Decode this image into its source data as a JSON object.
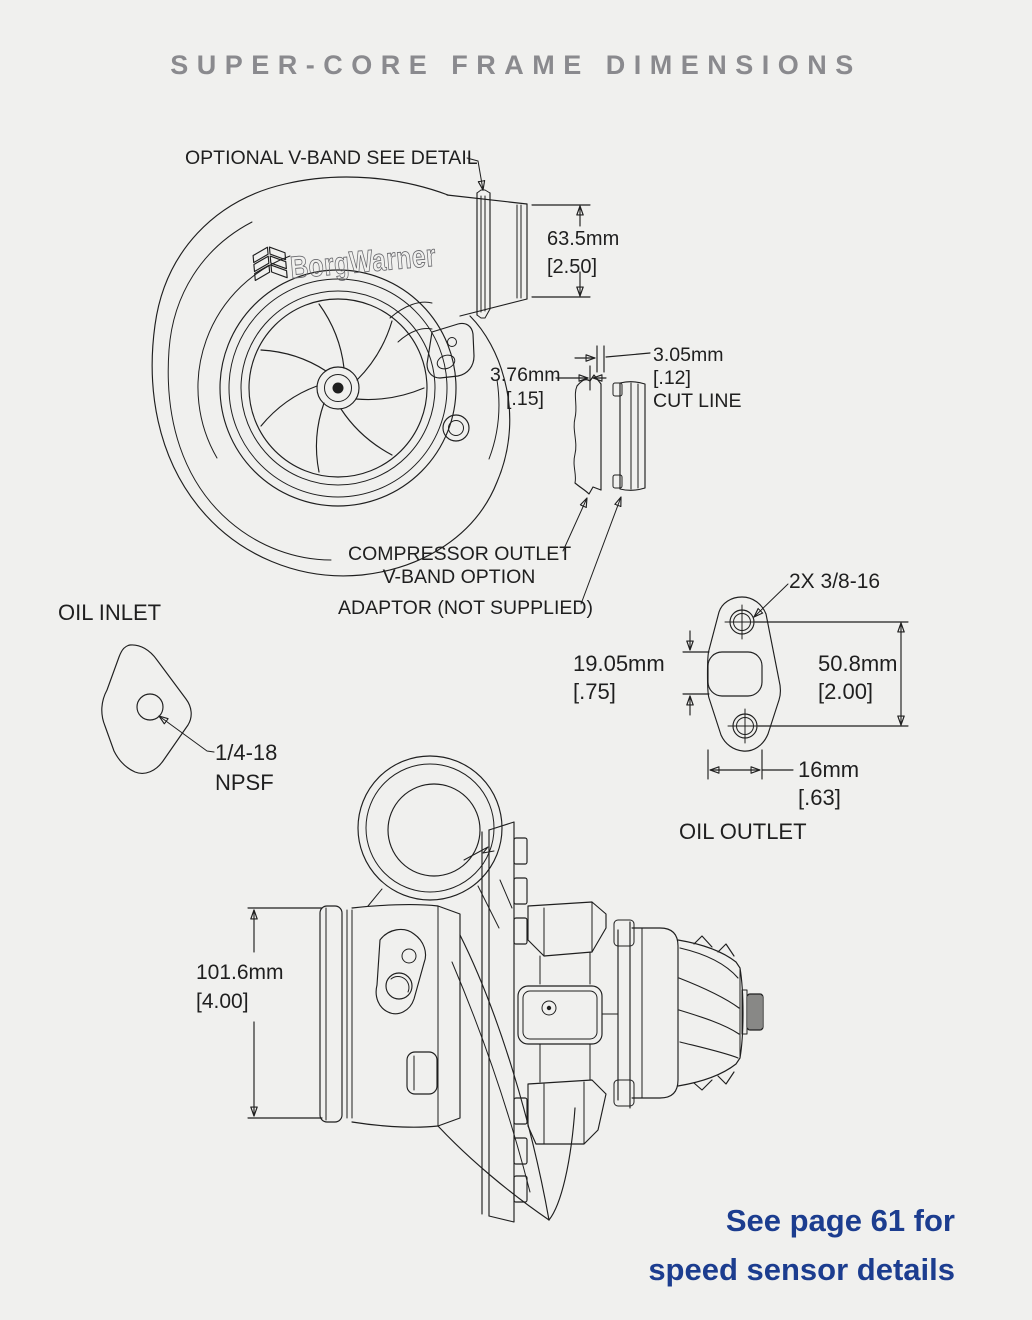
{
  "page": {
    "title": "SUPER-CORE FRAME DIMENSIONS",
    "background": "#f0f0ee",
    "title_color": "#8a8a8e",
    "line_color": "#1f1f1f",
    "accent_blue": "#1c3d8f"
  },
  "front_view": {
    "logo": "BorgWarner",
    "callout": "OPTIONAL V-BAND SEE DETAIL",
    "outlet_dim": {
      "mm": "63.5mm",
      "in": "[2.50]"
    }
  },
  "vband_detail": {
    "flange_dim": {
      "mm": "3.76mm",
      "in": "[.15]"
    },
    "cut_dim": {
      "mm": "3.05mm",
      "in": "[.12]",
      "note": "CUT LINE"
    },
    "outlet_label_line1": "COMPRESSOR OUTLET",
    "outlet_label_line2": "V-BAND OPTION",
    "adaptor_label": "ADAPTOR (NOT SUPPLIED)"
  },
  "oil_inlet": {
    "heading": "OIL INLET",
    "thread_line1": "1/4-18",
    "thread_line2": "NPSF"
  },
  "oil_outlet": {
    "heading": "OIL OUTLET",
    "bolt_thread": "2X 3/8-16",
    "slot_height": {
      "mm": "19.05mm",
      "in": "[.75]"
    },
    "bolt_spacing": {
      "mm": "50.8mm",
      "in": "[2.00]"
    },
    "slot_width": {
      "mm": "16mm",
      "in": "[.63]"
    }
  },
  "side_view": {
    "inlet_dim": {
      "mm": "101.6mm",
      "in": "[4.00]"
    }
  },
  "note": {
    "line1": "See page 61 for",
    "line2": "speed sensor details"
  }
}
